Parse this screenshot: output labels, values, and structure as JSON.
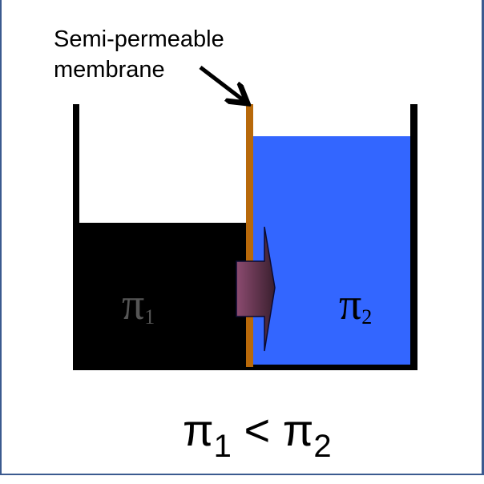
{
  "label": {
    "line1": "Semi-permeable",
    "line2": "membrane"
  },
  "left_compartment": {
    "symbol": "π",
    "subscript": "1",
    "fill_color": "#000000",
    "symbol_color": "#555555"
  },
  "right_compartment": {
    "symbol": "π",
    "subscript": "2",
    "fill_color": "#3366ff",
    "symbol_color": "#000000"
  },
  "membrane": {
    "color": "#b8690a"
  },
  "flow_arrow": {
    "direction": "left-to-right",
    "gradient_start": "#8c4b70",
    "gradient_end": "#3a1f2e"
  },
  "formula": {
    "left": "π",
    "left_sub": "1",
    "operator": "<",
    "right": "π",
    "right_sub": "2"
  }
}
